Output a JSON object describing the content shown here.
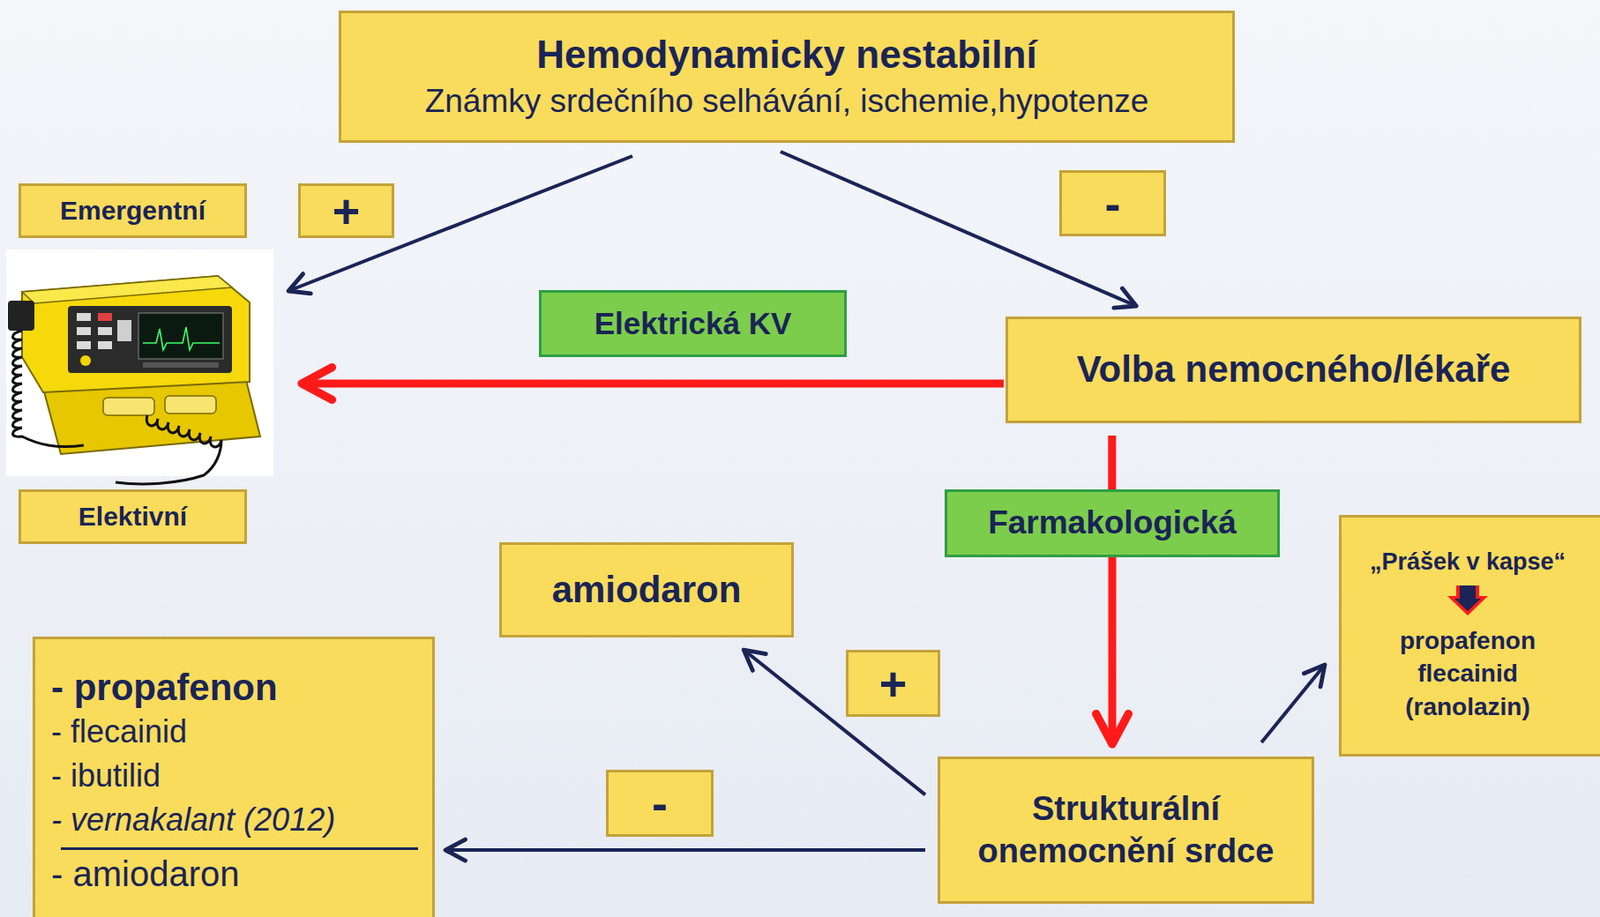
{
  "diagram": {
    "nodes": [
      {
        "text": [
          "Hemodynamicky nestabilní",
          "Známky srdečního selhávání, ischemie,hypotenze"
        ]
      },
      {
        "text": [
          "Emergentní"
        ]
      },
      {
        "text": [
          "+"
        ]
      },
      {
        "text": [
          "-"
        ]
      },
      {
        "text": [
          "Elektrická KV"
        ]
      },
      {
        "text": [
          "Volba nemocného/lékaře"
        ]
      },
      {
        "text": [
          "Elektivní"
        ]
      },
      {
        "text": [
          "Farmakologická"
        ]
      },
      {
        "text": [
          "„Prášek v kapse“",
          "propafenon flecainid (ranolazin)"
        ]
      },
      {
        "text": [
          "amiodaron"
        ]
      },
      {
        "text": [
          "+"
        ]
      },
      {
        "text": [
          "- propafenon",
          "- flecainid",
          "- ibutilid",
          "- vernakalant (2012)",
          "- amiodaron"
        ]
      },
      {
        "text": [
          "-"
        ]
      },
      {
        "text": [
          "Strukturální onemocnění srdce"
        ]
      }
    ],
    "edges": [
      {
        "from": 0,
        "to": 5,
        "arrow": "to"
      },
      {
        "from": 5,
        "to": 7,
        "arrow": "none"
      },
      {
        "from": 7,
        "to": 13,
        "arrow": "to"
      },
      {
        "from": 13,
        "to": 9,
        "arrow": "to"
      },
      {
        "from": 13,
        "to": 11,
        "arrow": "to"
      },
      {
        "from": 13,
        "to": 8,
        "arrow": "to"
      }
    ]
  }
}
